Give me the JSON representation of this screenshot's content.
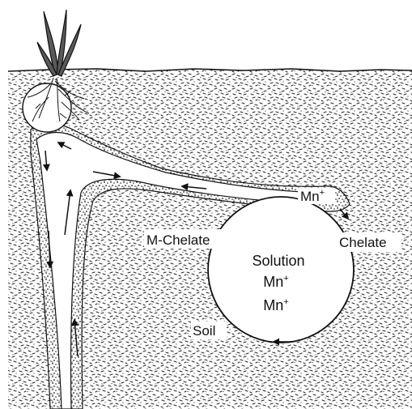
{
  "labels": {
    "mn_top": "Mn",
    "mn_top_sup": "+",
    "m_chelate": "M-Chelate",
    "chelate": "Chelate",
    "solution": "Solution",
    "mn_1": "Mn",
    "mn_1_sup": "+",
    "mn_2": "Mn",
    "mn_2_sup": "+",
    "soil": "Soil"
  },
  "colors": {
    "soil_texture": "#2a2a2a",
    "outline": "#111111",
    "background": "#ffffff",
    "plant_leaf": "#5a5a5a"
  }
}
